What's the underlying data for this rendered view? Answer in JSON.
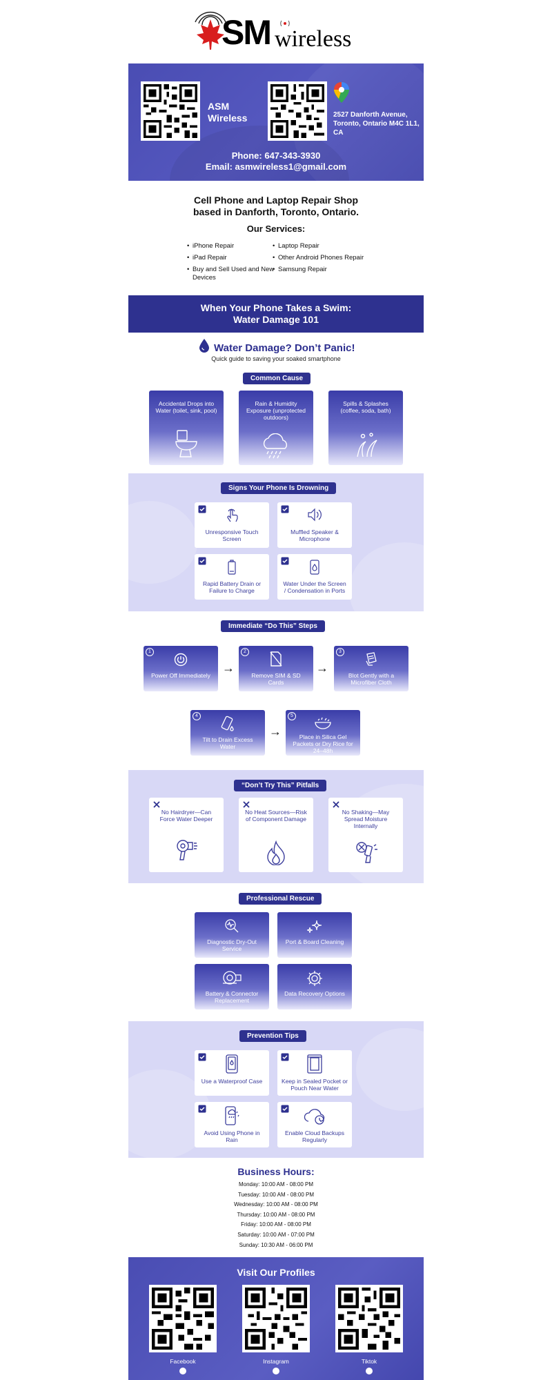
{
  "brand": {
    "logo_main": "SM",
    "logo_sub": "wireless"
  },
  "contact": {
    "name": "ASM Wireless",
    "address": "2527 Danforth Avenue, Toronto, Ontario M4C 1L1, CA",
    "phone": "Phone: 647-343-3930",
    "email": "Email: asmwireless1@gmail.com"
  },
  "intro": {
    "title_line1": "Cell Phone and Laptop Repair Shop",
    "title_line2": "based in Danforth, Toronto, Ontario.",
    "services_title": "Our Services:",
    "services_left": [
      "iPhone Repair",
      "iPad Repair",
      "Buy and Sell Used and New Devices"
    ],
    "services_right": [
      "Laptop Repair",
      "Other Android Phones Repair",
      "Samsung Repair"
    ]
  },
  "banner": {
    "line1": "When Your Phone Takes a Swim:",
    "line2": "Water Damage 101"
  },
  "water_damage": {
    "title": "Water Damage? Don’t Panic!",
    "subtitle": "Quick guide to saving your soaked smartphone"
  },
  "common_cause": {
    "label": "Common Cause",
    "items": [
      {
        "text": "Accidental Drops into Water (toilet, sink, pool)",
        "icon": "toilet-icon"
      },
      {
        "text": "Rain & Humidity Exposure (unprotected outdoors)",
        "icon": "rain-cloud-icon"
      },
      {
        "text": "Spills & Splashes (coffee, soda, bath)",
        "icon": "splash-icon"
      }
    ]
  },
  "signs": {
    "label": "Signs Your Phone Is Drowning",
    "items": [
      {
        "text": "Unresponsive Touch Screen",
        "icon": "touch-icon"
      },
      {
        "text": "Muffled Speaker & Microphone",
        "icon": "speaker-icon"
      },
      {
        "text": "Rapid Battery Drain or Failure to Charge",
        "icon": "battery-icon"
      },
      {
        "text": "Water Under the Screen / Condensation in Ports",
        "icon": "phone-water-icon"
      }
    ]
  },
  "steps": {
    "label": "Immediate “Do This” Steps",
    "items": [
      {
        "num": "1",
        "text": "Power Off Immediately",
        "icon": "power-icon"
      },
      {
        "num": "2",
        "text": "Remove SIM & SD Cards",
        "icon": "sim-icon"
      },
      {
        "num": "3",
        "text": "Blot Gently with a Microfiber Cloth",
        "icon": "cloth-icon"
      },
      {
        "num": "4",
        "text": "Tilt to Drain Excess Water",
        "icon": "tilt-phone-icon"
      },
      {
        "num": "5",
        "text": "Place in Silica Gel Packets or Dry Rice for 24–48h",
        "icon": "rice-icon"
      }
    ],
    "arrow": "→"
  },
  "pitfalls": {
    "label": "“Don’t Try This” Pitfalls",
    "items": [
      {
        "text": "No Hairdryer—Can Force Water Deeper",
        "icon": "hairdryer-icon"
      },
      {
        "text": "No Heat Sources—Risk of Component Damage",
        "icon": "flame-icon"
      },
      {
        "text": "No Shaking—May Spread Moisture Internally",
        "icon": "shake-icon"
      }
    ]
  },
  "rescue": {
    "label": "Professional Rescue",
    "items": [
      {
        "text": "Diagnostic Dry-Out Service",
        "icon": "diagnostic-icon"
      },
      {
        "text": "Port & Board Cleaning",
        "icon": "sparkle-icon"
      },
      {
        "text": "Battery & Connector Replacement",
        "icon": "battery-connector-icon"
      },
      {
        "text": "Data Recovery Options",
        "icon": "gear-icon"
      }
    ]
  },
  "prevention": {
    "label": "Prevention Tips",
    "items": [
      {
        "text": "Use a Waterproof Case",
        "icon": "waterproof-case-icon"
      },
      {
        "text": "Keep in Sealed Pocket or Pouch Near Water",
        "icon": "pouch-icon"
      },
      {
        "text": "Avoid Using Phone in Rain",
        "icon": "phone-rain-icon"
      },
      {
        "text": "Enable Cloud Backups Regularly",
        "icon": "cloud-backup-icon"
      }
    ]
  },
  "hours": {
    "title": "Business Hours:",
    "days": [
      "Monday: 10:00 AM - 08:00 PM",
      "Tuesday: 10:00 AM - 08:00 PM",
      "Wednesday: 10:00 AM - 08:00 PM",
      "Thursday: 10:00 AM - 08:00 PM",
      "Friday: 10:00 AM - 08:00 PM",
      "Saturday: 10:00 AM - 07:00 PM",
      "Sunday: 10:30 AM - 06:00 PM"
    ]
  },
  "profiles": {
    "title": "Visit Our Profiles",
    "items": [
      {
        "label": "Facebook",
        "icon": "facebook-icon"
      },
      {
        "label": "Instagram",
        "icon": "instagram-icon"
      },
      {
        "label": "Tiktok",
        "icon": "tiktok-icon"
      }
    ]
  },
  "colors": {
    "navy": "#2e318f",
    "lavender": "#d8d8f6",
    "accent_red": "#d81e1e"
  }
}
